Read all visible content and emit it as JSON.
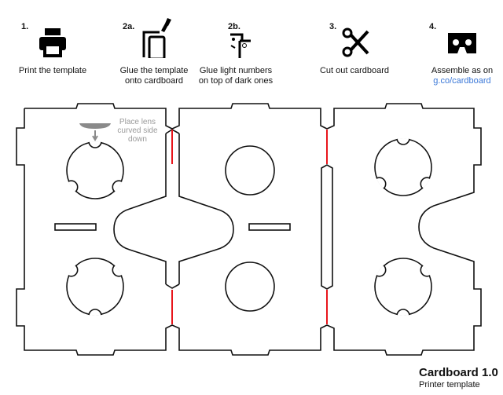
{
  "steps": [
    {
      "num": "1.",
      "label": "Print the template",
      "icon": "printer-icon"
    },
    {
      "num": "2a.",
      "label": "Glue the template",
      "label2": "onto cardboard",
      "icon": "glue-template-icon"
    },
    {
      "num": "2b.",
      "label": "Glue light numbers",
      "label2": "on top of dark ones",
      "icon": "glue-numbers-icon"
    },
    {
      "num": "3.",
      "label": "Cut out cardboard",
      "icon": "scissors-icon"
    },
    {
      "num": "4.",
      "label": "Assemble as on",
      "link": "g.co/cardboard",
      "icon": "cardboard-viewer-icon"
    }
  ],
  "lens_note": "Place lens curved side down",
  "footer": {
    "title": "Cardboard 1.0",
    "subtitle": "Printer template"
  },
  "colors": {
    "cut": "#111111",
    "fold": "#e8151b",
    "link": "#3b78d8",
    "note": "#9a9a9a"
  }
}
